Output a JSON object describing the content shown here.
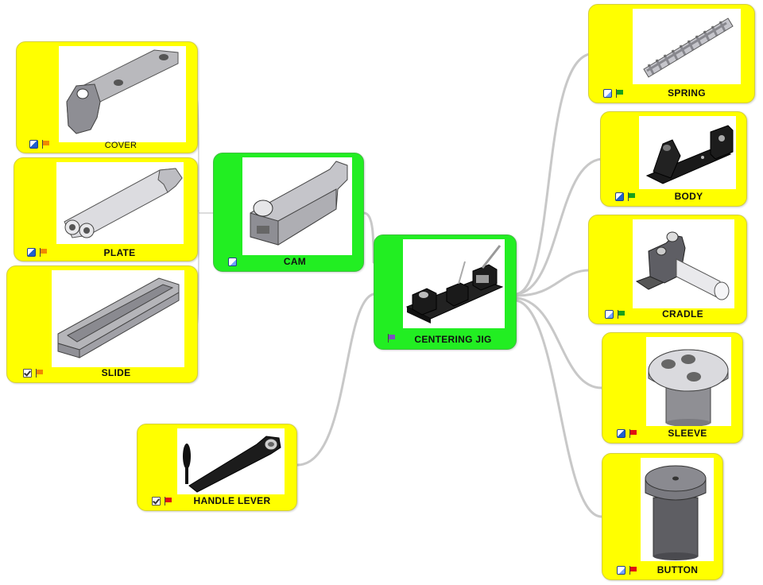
{
  "colors": {
    "topic": "#ffff00",
    "central": "#22ee22",
    "connector": "#c8c8c8"
  },
  "map": {
    "central": {
      "label": "CENTERING JIG",
      "icons": [
        "flag-purple-icon"
      ]
    },
    "cam": {
      "label": "CAM",
      "icons": [
        "task-progress-icon"
      ]
    },
    "cam_children": [
      {
        "key": "cover",
        "label": "COVER",
        "icons": [
          "task-progress-icon",
          "flag-orange-icon"
        ]
      },
      {
        "key": "plate",
        "label": "PLATE",
        "icons": [
          "task-progress-icon",
          "flag-orange-icon"
        ]
      },
      {
        "key": "slide",
        "label": "SLIDE",
        "icons": [
          "task-done-icon",
          "flag-orange-icon"
        ]
      }
    ],
    "handle_lever": {
      "label": "HANDLE LEVER",
      "icons": [
        "task-done-icon",
        "flag-red-icon"
      ]
    },
    "right_children": [
      {
        "key": "spring",
        "label": "SPRING",
        "icons": [
          "task-progress-icon",
          "flag-green-icon"
        ]
      },
      {
        "key": "body",
        "label": "BODY",
        "icons": [
          "task-progress-icon",
          "flag-green-icon"
        ]
      },
      {
        "key": "cradle",
        "label": "CRADLE",
        "icons": [
          "task-progress-icon",
          "flag-green-icon"
        ]
      },
      {
        "key": "sleeve",
        "label": "SLEEVE",
        "icons": [
          "task-progress-icon",
          "flag-red-icon"
        ]
      },
      {
        "key": "button",
        "label": "BUTTON",
        "icons": [
          "task-progress-icon",
          "flag-red-icon"
        ]
      }
    ]
  }
}
